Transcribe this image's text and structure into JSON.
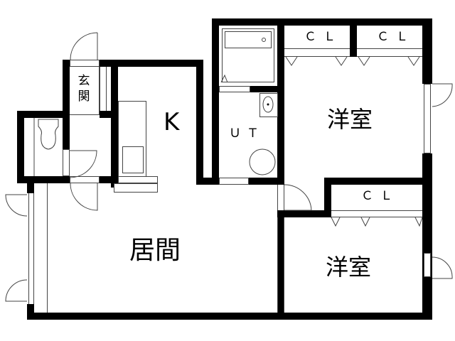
{
  "floor_plan": {
    "rooms": {
      "living": {
        "label": "居間"
      },
      "kitchen": {
        "label": "K"
      },
      "utility": {
        "label": "ＵＴ"
      },
      "entrance": {
        "label": "玄関"
      },
      "western_room_upper": {
        "label": "洋室"
      },
      "western_room_lower": {
        "label": "洋室"
      }
    },
    "closets": [
      {
        "label": "ＣＬ"
      },
      {
        "label": "ＣＬ"
      },
      {
        "label": "ＣＬ"
      }
    ],
    "fixtures": [
      "bathtub",
      "washbasin",
      "washing-machine",
      "toilet",
      "kitchen-counter",
      "sink"
    ],
    "colors": {
      "wall": "#000000",
      "line": "#444444",
      "background": "#ffffff"
    }
  }
}
